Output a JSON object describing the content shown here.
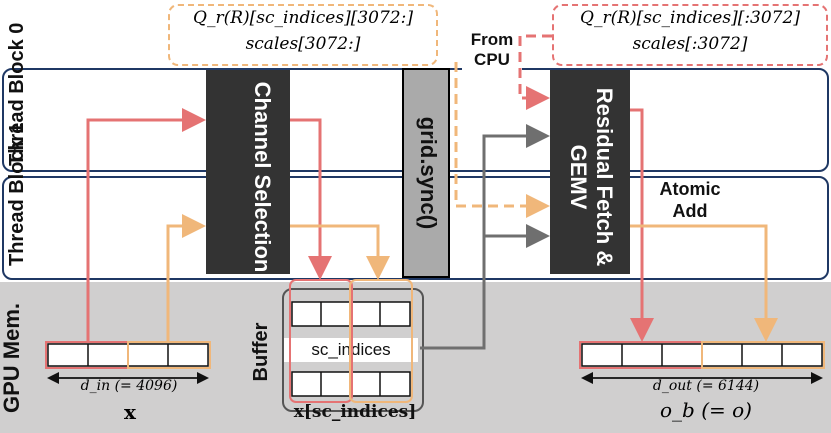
{
  "threads": {
    "block0_label": "Thread Block 0",
    "block1_label": "Thread Block 1"
  },
  "gpu_mem_label": "GPU Mem.",
  "blocks": {
    "channel_selection": "Channel Selection",
    "grid_sync": "grid.sync()",
    "residual_fetch": "Residual Fetch & GEMV"
  },
  "top_left_box": {
    "line1": "Q_r(R)[sc_indices][3072:]",
    "line2": "scales[3072:]"
  },
  "top_right_box": {
    "line1": "Q_r(R)[sc_indices][:3072]",
    "line2": "scales[:3072]"
  },
  "from_cpu": "From CPU",
  "atomic_add": "Atomic Add",
  "buffer": {
    "label": "Buffer",
    "inner": "sc_indices",
    "caption": "x[sc_indices]"
  },
  "input_vec": {
    "dim_label": "d_in (= 4096)",
    "name": "x"
  },
  "output_vec": {
    "dim_label": "d_out (= 6144)",
    "name": "o_b (= o)"
  },
  "colors": {
    "red": "#e57373",
    "orange": "#f0b77a",
    "dark": "#333333",
    "gray_arrow": "#6f6f6f",
    "gpu_bg": "#d0cfcf",
    "thread_border": "#1f3864"
  }
}
